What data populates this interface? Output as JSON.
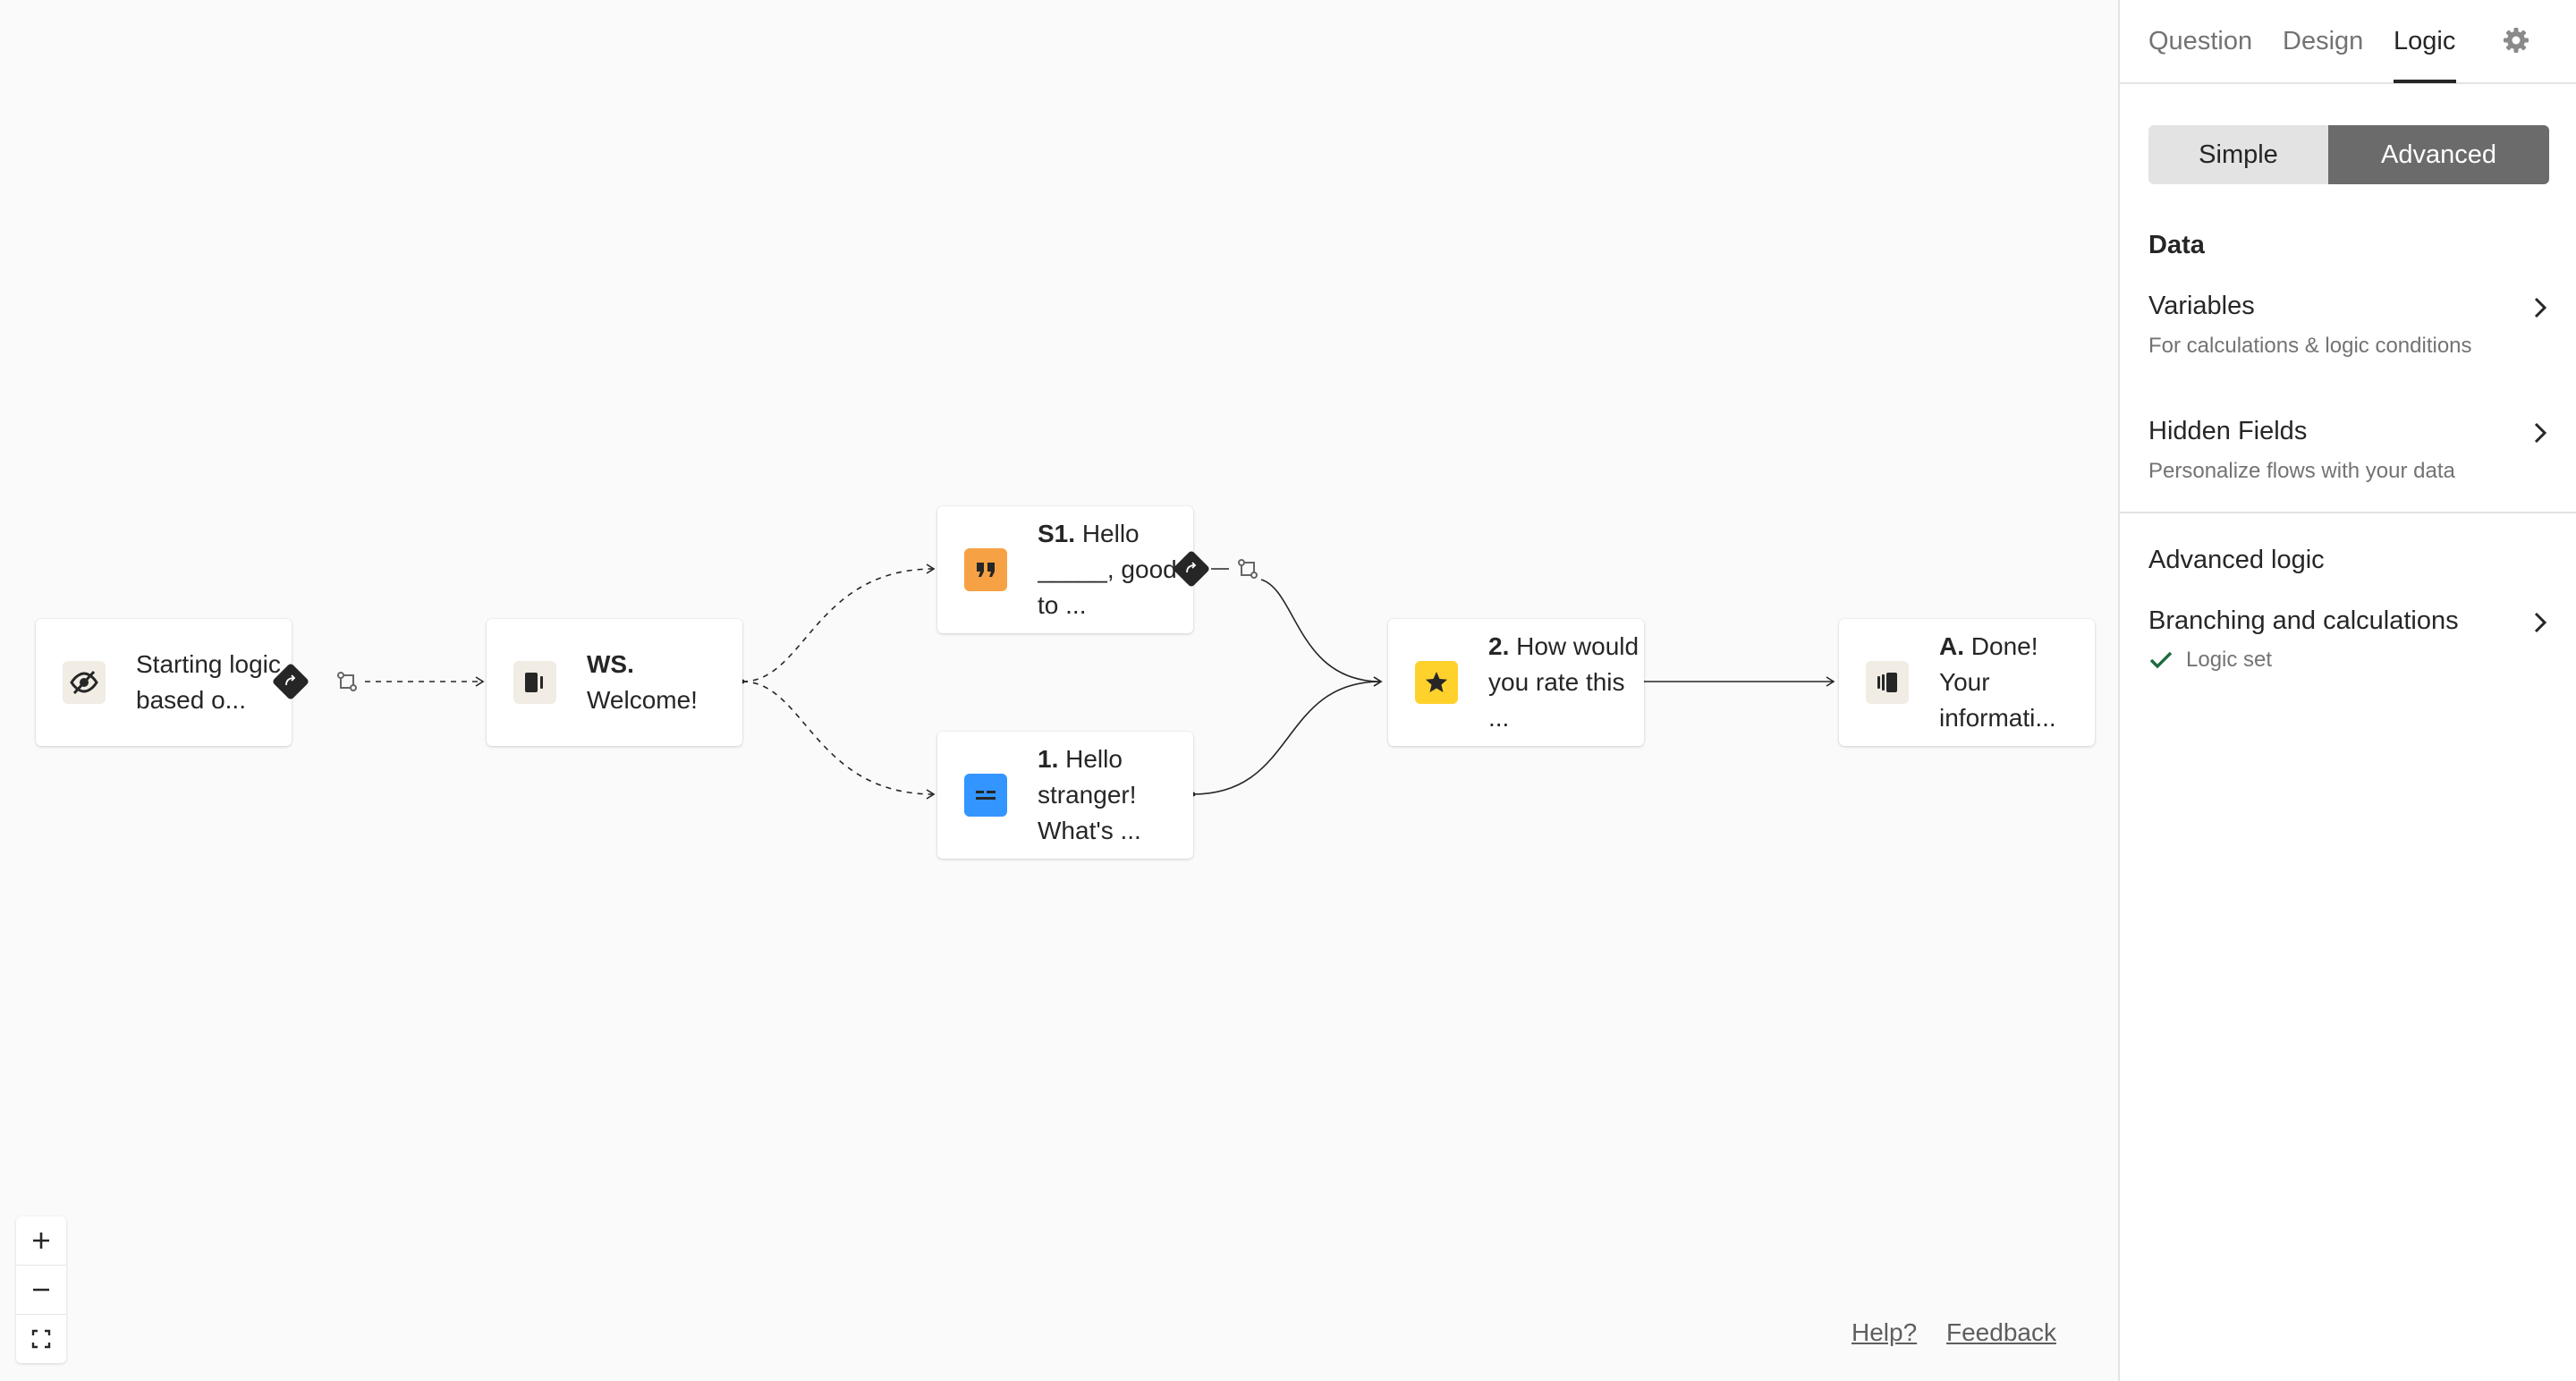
{
  "canvas": {
    "nodes": [
      {
        "id": "start",
        "icon": "eye-slash-icon",
        "prefix": "",
        "text": "Starting logic based o..."
      },
      {
        "id": "ws",
        "icon": "welcome-screen-icon",
        "prefix": "WS.",
        "text": "Welcome!"
      },
      {
        "id": "s1",
        "icon": "quote-icon",
        "prefix": "S1.",
        "text": "Hello _____, good to ..."
      },
      {
        "id": "q1",
        "icon": "short-text-icon",
        "prefix": "1.",
        "text": "Hello stranger! What's ..."
      },
      {
        "id": "q2",
        "icon": "star-icon",
        "prefix": "2.",
        "text": "How would you rate this ..."
      },
      {
        "id": "endA",
        "icon": "ending-screen-icon",
        "prefix": "A.",
        "text": "Done! Your informati..."
      }
    ],
    "zoom": {
      "in": "zoom-in-icon",
      "out": "zoom-out-icon",
      "fit": "fit-view-icon"
    },
    "help_label": "Help?",
    "feedback_label": "Feedback"
  },
  "panel": {
    "tabs": [
      {
        "label": "Question",
        "active": false
      },
      {
        "label": "Design",
        "active": false
      },
      {
        "label": "Logic",
        "active": true
      }
    ],
    "settings_icon": "gear-icon",
    "mode": {
      "simple": "Simple",
      "advanced": "Advanced",
      "selected": "Advanced"
    },
    "data_section": {
      "title": "Data",
      "variables": {
        "label": "Variables",
        "sub": "For calculations & logic conditions"
      },
      "hidden_fields": {
        "label": "Hidden Fields",
        "sub": "Personalize flows with your data"
      }
    },
    "advanced_section": {
      "title": "Advanced logic",
      "branching": {
        "label": "Branching and calculations",
        "status": "Logic set"
      }
    }
  },
  "colors": {
    "orange": "#f7a145",
    "blue": "#3395ff",
    "yellow": "#ffd12b",
    "dark": "#262627",
    "check_green": "#1d6b3e"
  }
}
